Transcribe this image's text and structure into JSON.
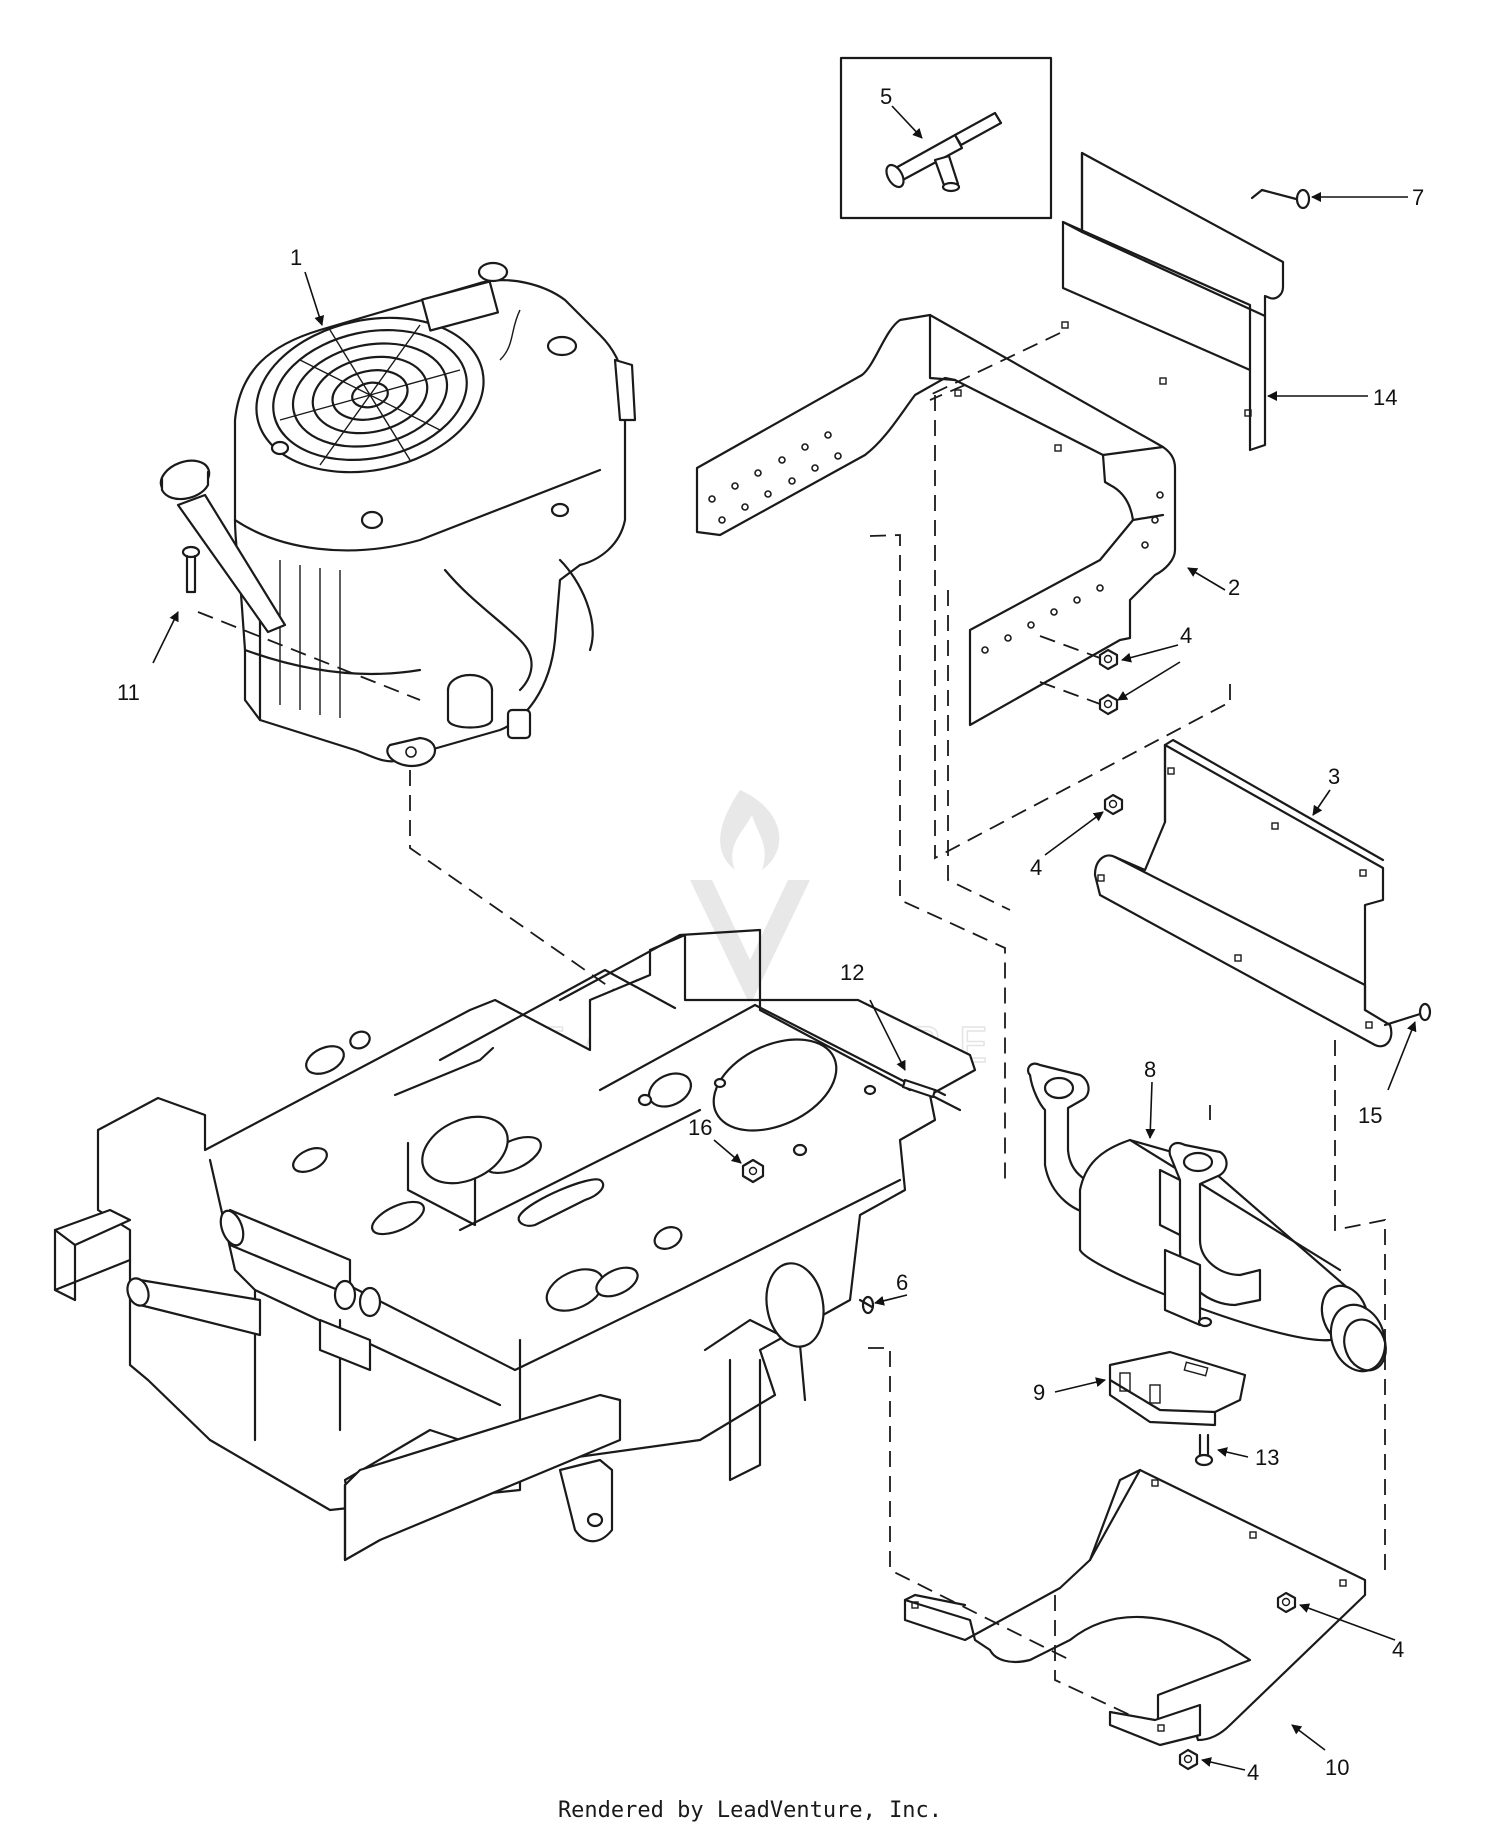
{
  "diagram": {
    "callouts": [
      "1",
      "2",
      "3",
      "4",
      "5",
      "6",
      "7",
      "8",
      "9",
      "10",
      "11",
      "12",
      "13",
      "14",
      "15",
      "16"
    ],
    "watermark_text": "LEADVENTURE",
    "footer": "Rendered by LeadVenture, Inc."
  }
}
